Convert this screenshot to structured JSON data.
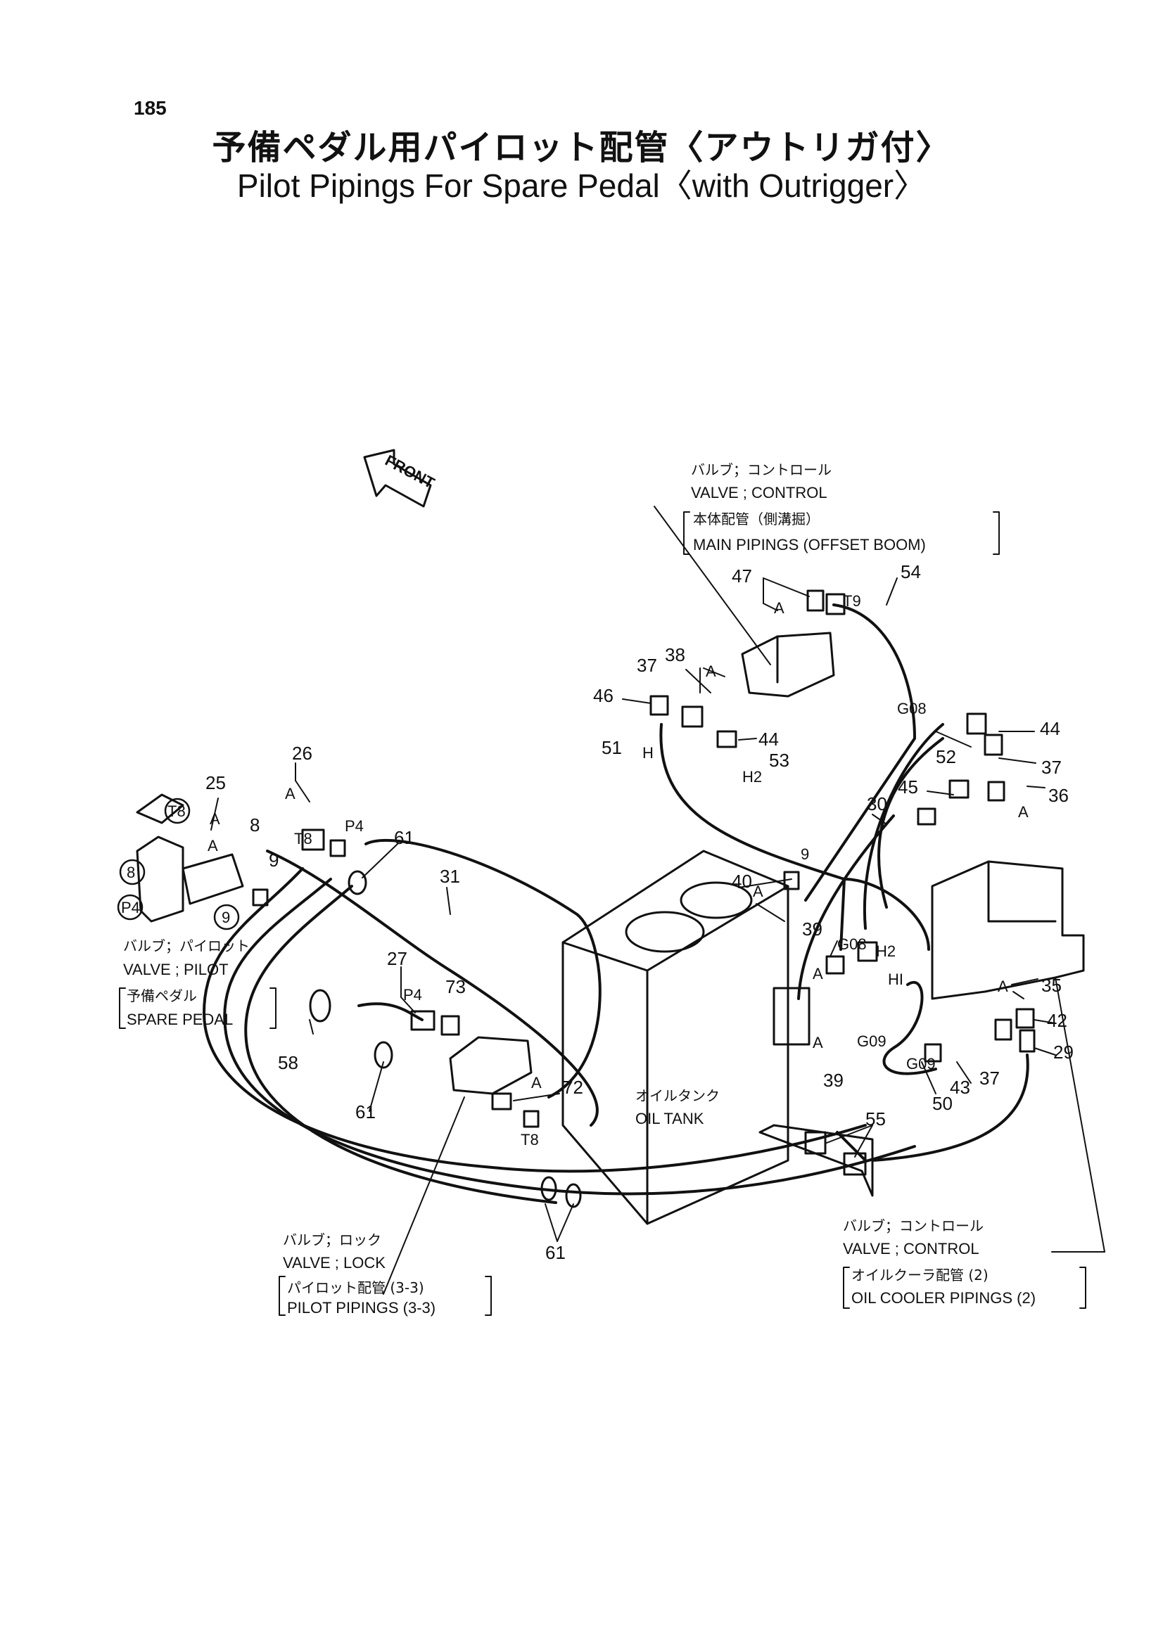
{
  "page": {
    "number": "185",
    "title_jp": "予備ペダル用パイロット配管〈アウトリガ付〉",
    "title_en": "Pilot Pipings For Spare Pedal〈with Outrigger〉"
  },
  "front_marker": "FRONT",
  "callouts": {
    "control_valve_top": {
      "line1": "バルブ；コントロール",
      "line2": "VALVE ; CONTROL",
      "line3": "本体配管（側溝掘）",
      "line4": "MAIN PIPINGS (OFFSET BOOM)"
    },
    "pilot_valve": {
      "line1": "バルブ；パイロット",
      "line2": "VALVE ; PILOT",
      "line3": "予備ペダル",
      "line4": "SPARE PEDAL"
    },
    "lock_valve": {
      "line1": "バルブ；ロック",
      "line2": "VALVE ; LOCK",
      "line3": "パイロット配管 (3-3)",
      "line4": "PILOT PIPINGS (3-3)"
    },
    "oil_tank": {
      "line1": "オイルタンク",
      "line2": "OIL TANK"
    },
    "control_valve_bottom": {
      "line1": "バルブ；コントロール",
      "line2": "VALVE ; CONTROL",
      "line3": "オイルクーラ配管 (2)",
      "line4": "OIL COOLER PIPINGS (2)"
    }
  },
  "part_numbers": {
    "n47": "47",
    "n54": "54",
    "n37a": "37",
    "n38": "38",
    "n46": "46",
    "n44a": "44",
    "n51": "51",
    "n53": "53",
    "n44b": "44",
    "n52": "52",
    "n37b": "37",
    "n45": "45",
    "n36": "36",
    "n30": "30",
    "n26": "26",
    "n25": "25",
    "n61a": "61",
    "n31": "31",
    "n40": "40",
    "n39a": "39",
    "n35": "35",
    "n42": "42",
    "n29": "29",
    "n27": "27",
    "n73": "73",
    "n58": "58",
    "n61b": "61",
    "n72": "72",
    "n39b": "39",
    "n43": "43",
    "n37c": "37",
    "n50": "50",
    "n55": "55",
    "n61c": "61",
    "n8": "8",
    "n9": "9"
  },
  "port_labels": {
    "T9": "T9",
    "G08a": "G08",
    "H": "H",
    "H2a": "H2",
    "G08b": "G08",
    "H2b": "H2",
    "HI": "HI",
    "G09a": "G09",
    "G09b": "G09",
    "T8a": "T8",
    "T8b": "T8",
    "T8c": "T8",
    "P4a": "P4",
    "P4b": "P4",
    "P4c": "P4",
    "num8": "8",
    "num9": "9",
    "num9b": "9"
  },
  "detail_marks": {
    "A": "A"
  }
}
